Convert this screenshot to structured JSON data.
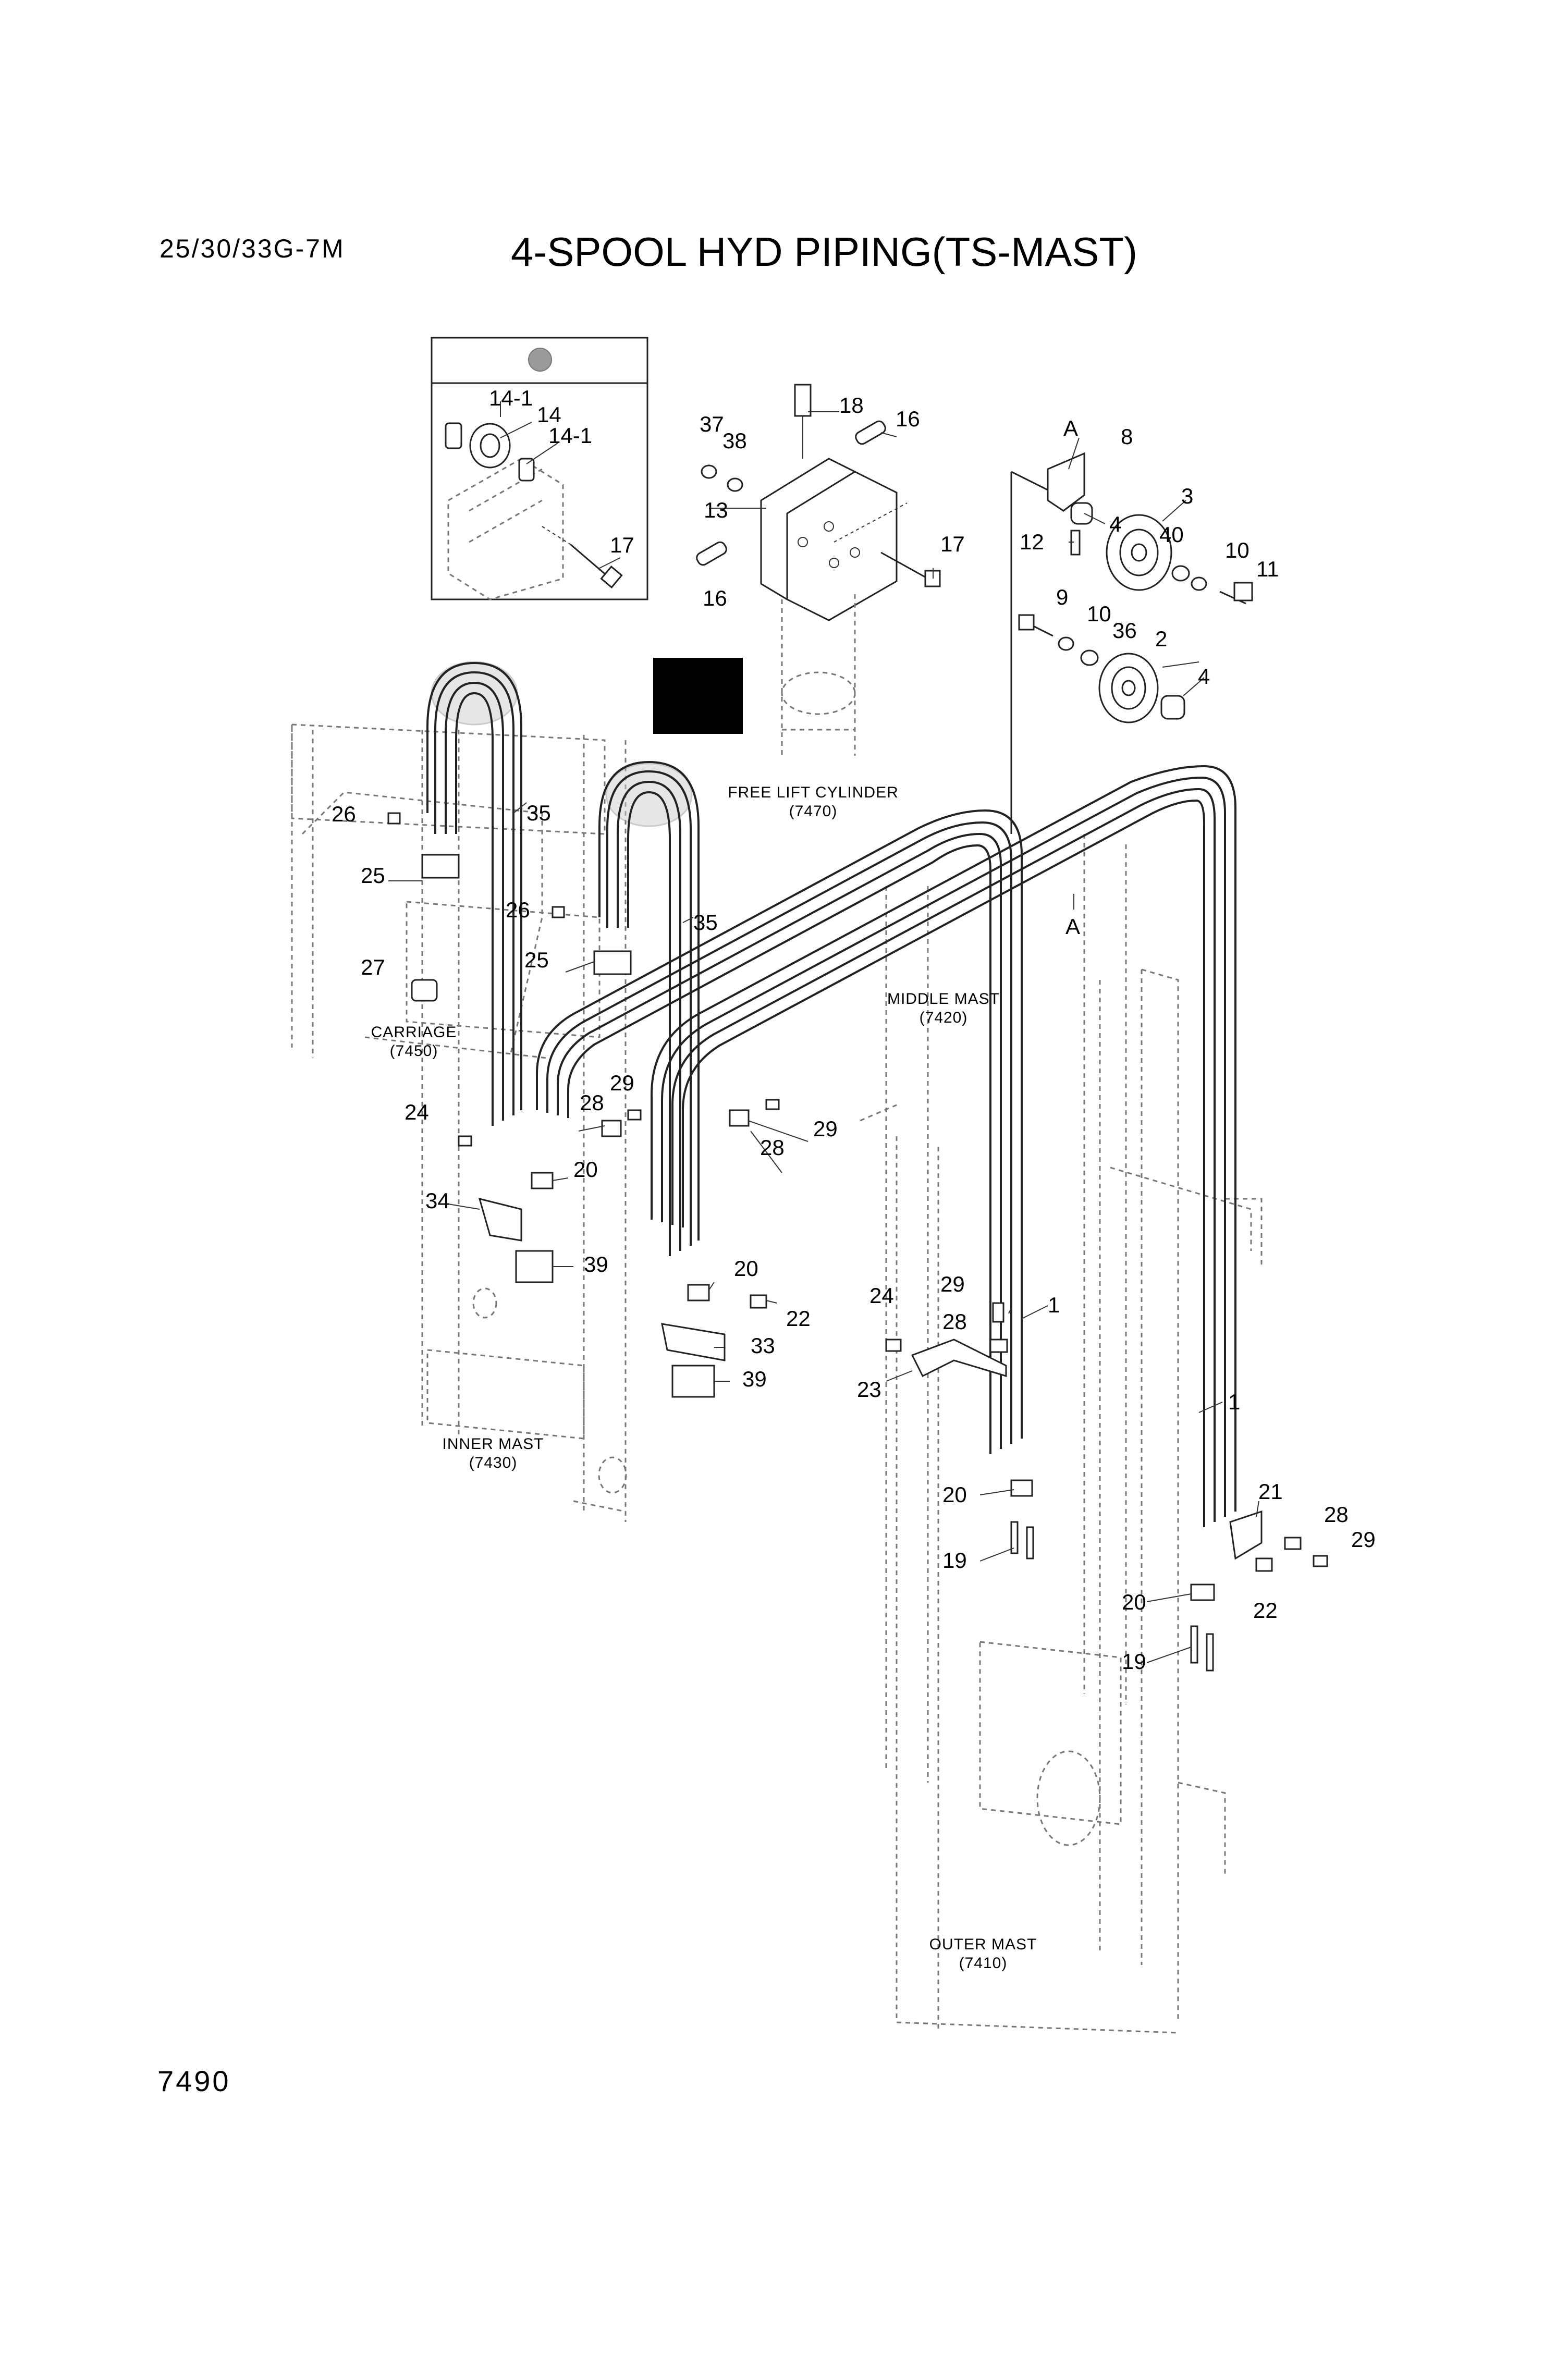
{
  "header": {
    "model": "25/30/33G-7M",
    "title": "4-SPOOL HYD PIPING(TS-MAST)"
  },
  "footer": {
    "page_number": "7490"
  },
  "assembly_labels": {
    "free_lift_cylinder": "FREE LIFT CYLINDER",
    "free_lift_cylinder_ref": "(7470)",
    "middle_mast": "MIDDLE MAST",
    "middle_mast_ref": "(7420)",
    "carriage": "CARRIAGE",
    "carriage_ref": "(7450)",
    "inner_mast": "INNER MAST",
    "inner_mast_ref": "(7430)",
    "outer_mast": "OUTER MAST",
    "outer_mast_ref": "(7410)"
  },
  "view_markers": {
    "a_top": "A",
    "a_bottom": "A"
  },
  "callouts": {
    "c14_1a": "14-1",
    "c14": "14",
    "c14_1b": "14-1",
    "c17_inset": "17",
    "c37": "37",
    "c38": "38",
    "c18": "18",
    "c16a": "16",
    "c13": "13",
    "c17b": "17",
    "c16b": "16",
    "c8": "8",
    "c4a": "4",
    "c3": "3",
    "c12": "12",
    "c40": "40",
    "c10a": "10",
    "c11": "11",
    "c9": "9",
    "c10b": "10",
    "c36": "36",
    "c2": "2",
    "c4b": "4",
    "c26a": "26",
    "c35a": "35",
    "c25a": "25",
    "c26b": "26",
    "c35b": "35",
    "c25b": "25",
    "c27": "27",
    "c29a": "29",
    "c28a": "28",
    "c24a": "24",
    "c20a": "20",
    "c34": "34",
    "c39a": "39",
    "c29b": "29",
    "c28b": "28",
    "c20b": "20",
    "c22a": "22",
    "c33": "33",
    "c39b": "39",
    "c24b": "24",
    "c29c": "29",
    "c28c": "28",
    "c1a": "1",
    "c23": "23",
    "c1b": "1",
    "c20c": "20",
    "c19a": "19",
    "c21": "21",
    "c28d": "28",
    "c29d": "29",
    "c20d": "20",
    "c22b": "22",
    "c19b": "19"
  }
}
